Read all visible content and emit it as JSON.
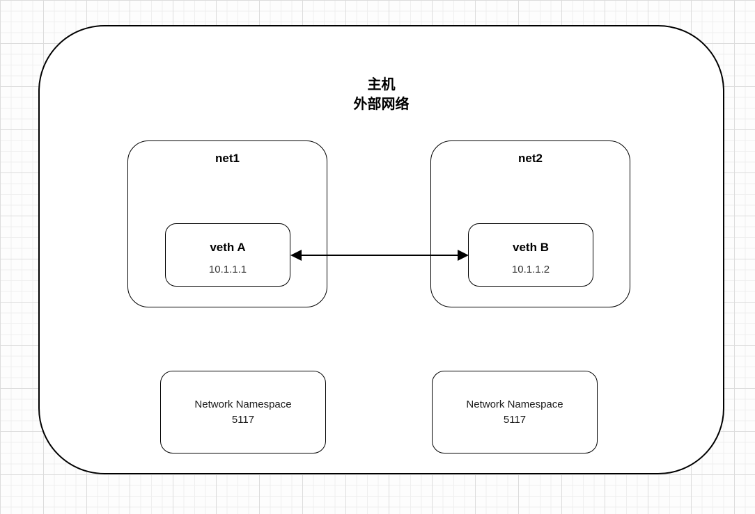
{
  "diagram": {
    "host": {
      "title_line1": "主机",
      "title_line2": "外部网络"
    },
    "namespaces": [
      {
        "name": "net1",
        "veth": {
          "label": "veth A",
          "ip": "10.1.1.1"
        }
      },
      {
        "name": "net2",
        "veth": {
          "label": "veth B",
          "ip": "10.1.1.2"
        }
      }
    ],
    "connection": {
      "type": "double-arrow"
    },
    "ns_id_boxes": [
      {
        "line1": "Network Namespace",
        "line2": "5117"
      },
      {
        "line1": "Network Namespace",
        "line2": "5117"
      }
    ],
    "colors": {
      "stroke": "#000000",
      "fill": "#ffffff",
      "grid_minor": "#efefef",
      "grid_major": "#dcdcdc"
    }
  }
}
